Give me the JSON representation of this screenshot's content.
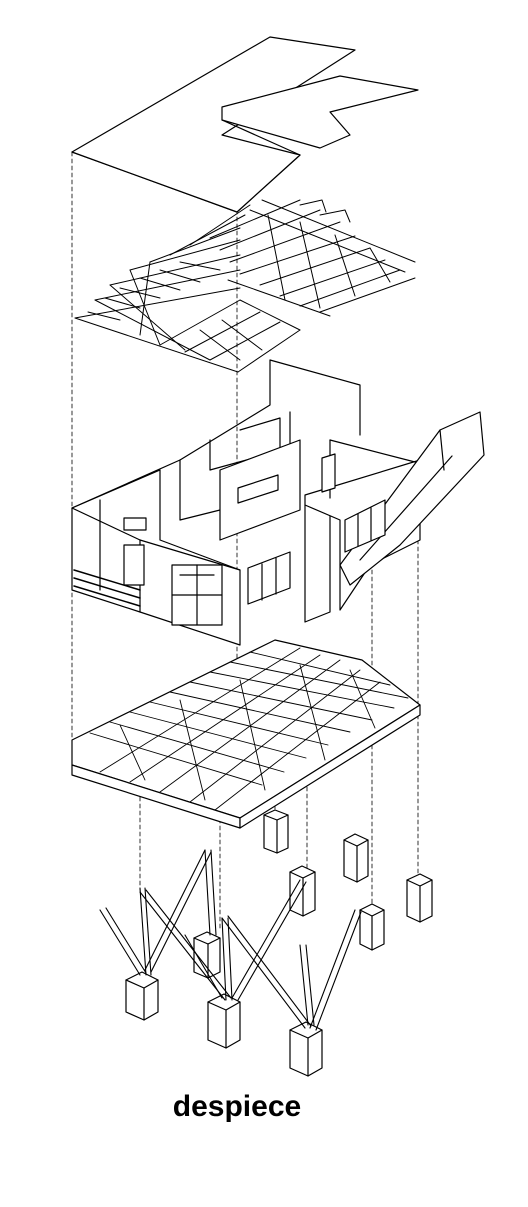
{
  "caption": "despiece",
  "colors": {
    "line": "#000000",
    "background": "#ffffff",
    "fill": "#ffffff"
  },
  "layers": [
    "roof-panels",
    "roof-trusses",
    "house-walls",
    "floor-platform",
    "foundation-piers",
    "diagonal-bracing"
  ]
}
